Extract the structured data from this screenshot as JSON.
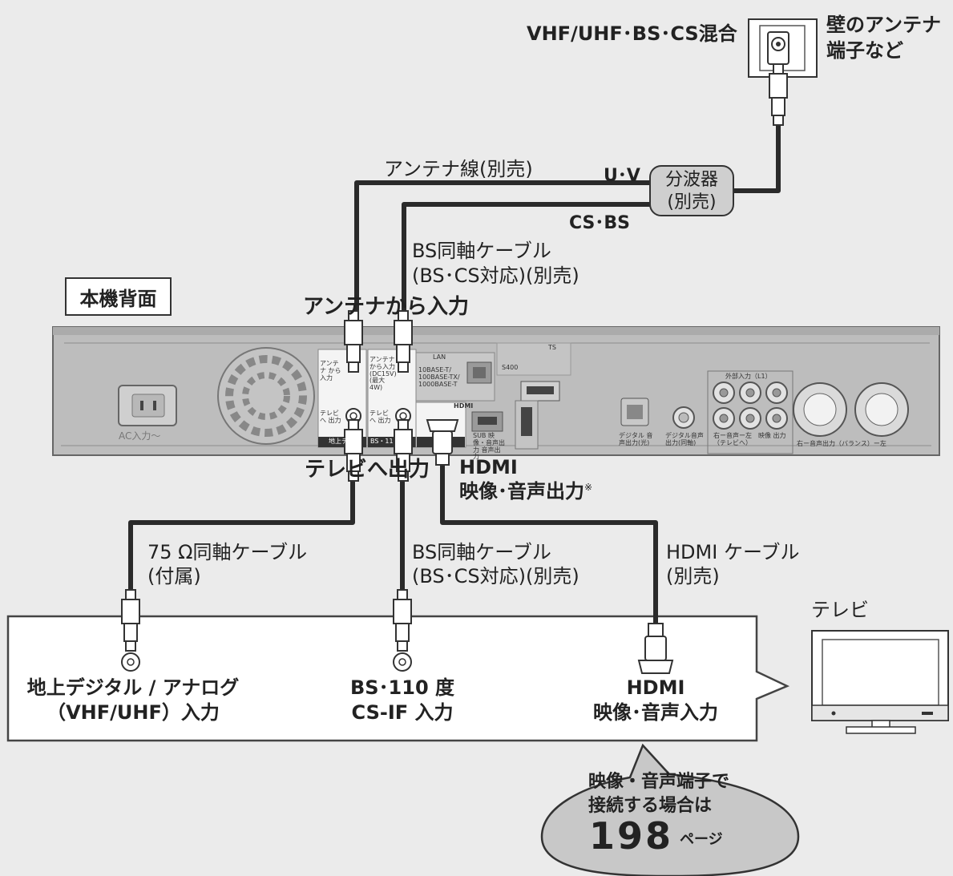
{
  "wall": {
    "signal_label": "VHF/UHF･BS･CS混合",
    "caption_line1": "壁のアンテナ",
    "caption_line2": "端子など"
  },
  "splitter": {
    "line1": "分波器",
    "line2": "(別売)",
    "uv_label": "U･V",
    "csbs_label": "CS･BS"
  },
  "cables_top": {
    "antenna_cable": "アンテナ線(別売)",
    "bs_cable_line1": "BS同軸ケーブル",
    "bs_cable_line2": "(BS･CS対応)(別売)"
  },
  "recorder": {
    "box_label": "本機背面",
    "antenna_in_label": "アンテナから入力",
    "tv_out_label": "テレビへ出力",
    "hdmi_out_line1": "HDMI",
    "hdmi_out_line2": "映像･音声出力",
    "hdmi_out_mark": "※",
    "panel": {
      "ac_label": "AC入力～",
      "port1_in": "アンテナ から入力",
      "port2_in": "アンテナ から入力 (DC15V) (最大4W)",
      "port1_out": "テレビへ 出力",
      "port2_out": "テレビへ 出力",
      "strip1": "地上デ",
      "strip2": "BS・11",
      "lan": "LAN",
      "lan_spec": "10BASE-T/ 100BASE-TX/ 1000BASE-T",
      "hdmi_logo": "HDMI",
      "sub_out": "SUB 映像・音声出力 音声出力",
      "s400": "S400",
      "ts": "TS",
      "digital_out": "デジタル 音声出力(光)",
      "digital_coax": "デジタル音声 出力(同軸)",
      "ext_in": "外部入力（L1）",
      "out_tv": "右ー音声ー左　映像 出力（テレビへ）",
      "balanced": "右ー音声出力（バランス）ー左"
    }
  },
  "cables_bottom": {
    "coax75_line1": "75 Ω同軸ケーブル",
    "coax75_line2": "(付属)",
    "bs_line1": "BS同軸ケーブル",
    "bs_line2": "(BS･CS対応)(別売)",
    "hdmi_line1": "HDMI ケーブル",
    "hdmi_line2": "(別売)"
  },
  "tv": {
    "label": "テレビ",
    "input1_line1": "地上デジタル / アナログ",
    "input1_line2": "（VHF/UHF）入力",
    "input2_line1": "BS･110 度",
    "input2_line2": "CS-IF 入力",
    "input3_line1": "HDMI",
    "input3_line2": "映像･音声入力"
  },
  "note": {
    "line1": "映像・音声端子で",
    "line2": "接続する場合は",
    "page_number": "198",
    "page_suffix": "ページ"
  }
}
